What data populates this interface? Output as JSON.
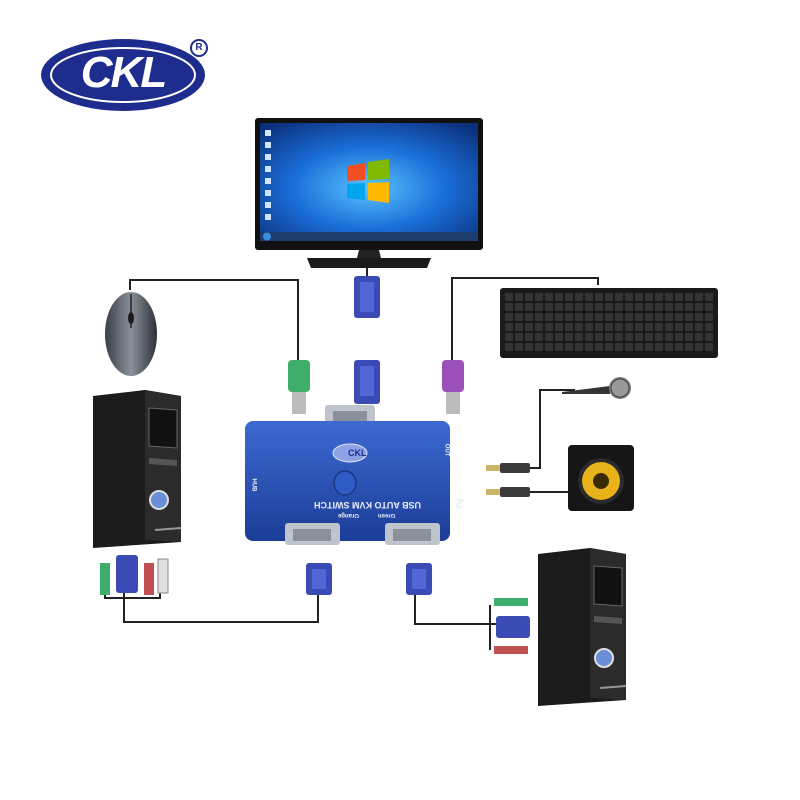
{
  "logo": {
    "text": "CKL",
    "registered": "R"
  },
  "kvm_switch": {
    "title": "USB AUTO KVM SWITCH",
    "number": "2",
    "led_green": "Green",
    "led_orange": "Orange",
    "port_out": "OUT",
    "port_hub": "HUB",
    "brand": "CKL"
  },
  "monitor": {
    "os": "Windows 7"
  },
  "colors": {
    "brand_blue": "#1d2c8d",
    "switch_blue": "#2a52b8",
    "vga_blue": "#3a4bb5",
    "ps2_green": "#3fae6c",
    "ps2_purple": "#9a50b8"
  }
}
